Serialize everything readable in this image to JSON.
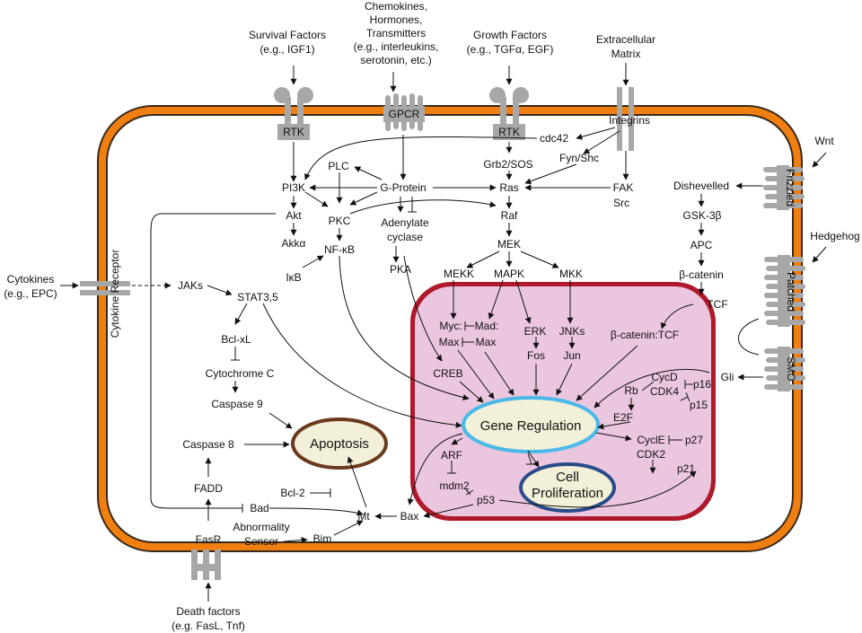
{
  "colors": {
    "membrane": "#f07f12",
    "membrane_dark": "#3a2a1a",
    "nucleus_fill": "#ebc6df",
    "nucleus_border": "#b0182c",
    "gene_regulation_border": "#4ab9e8",
    "apoptosis_border": "#6b3a1e",
    "proliferation_border": "#2a4b8a",
    "oval_fill": "#f2f0d8",
    "receptor": "#a7a7a7"
  },
  "external": {
    "survival": [
      "Survival Factors",
      "(e.g., IGF1)"
    ],
    "chemokines": [
      "Chemokines,",
      "Hormones,",
      "Transmitters",
      "(e.g., interleukins,",
      "serotonin, etc.)"
    ],
    "growth": [
      "Growth Factors",
      "(e.g., TGFα, EGF)"
    ],
    "ecm": [
      "Extracellular",
      "Matrix"
    ],
    "wnt": "Wnt",
    "hedgehog": "Hedgehog",
    "cytokines": [
      "Cytokines",
      "(e.g., EPC)"
    ],
    "death": [
      "Death factors",
      "(e.g. FasL, Tnf)"
    ]
  },
  "receptors": {
    "rtk_left": "RTK",
    "gpcr": "GPCR",
    "rtk_right": "RTK",
    "integrins": "Integrins",
    "frizzled": "Frizzled",
    "patched": "Patched",
    "smo": "SMO",
    "cytokine_receptor": "Cytokine Receptor",
    "fasr": "FasR"
  },
  "nodes": {
    "cdc42": "cdc42",
    "fyn_shc": "Fyn/Shc",
    "grb2_sos": "Grb2/SOS",
    "plc": "PLC",
    "pi3k": "PI3K",
    "g_protein": "G-Protein",
    "ras": "Ras",
    "fak": "FAK",
    "src": "Src",
    "akt": "Akt",
    "pkc": "PKC",
    "adenylate_cyclase": [
      "Adenylate",
      "cyclase"
    ],
    "raf": "Raf",
    "akka": "Akkα",
    "nfkb": "NF-κB",
    "ikb": "IκB",
    "pka": "PKA",
    "mek": "MEK",
    "mekk": "MEKK",
    "mapk": "MAPK",
    "mkk": "MKK",
    "jaks": "JAKs",
    "stat": "STAT3,5",
    "bclxl": "Bcl-xL",
    "cytochrome_c": "Cytochrome C",
    "caspase9": "Caspase 9",
    "caspase8": "Caspase 8",
    "fadd": "FADD",
    "bad": "Bad",
    "bcl2": "Bcl-2",
    "abnormality_sensor": [
      "Abnormality",
      "Sensor"
    ],
    "bim": "Bim",
    "mt": "Mt",
    "bax": "Bax",
    "dishevelled": "Dishevelled",
    "gsk3b": "GSK-3β",
    "apc": "APC",
    "beta_catenin": "β-catenin",
    "tcf": "TCF",
    "gli": "Gli"
  },
  "nucleus": {
    "myc": "Myc:",
    "mad": "Mad:",
    "max_left": "Max",
    "max_right": "Max",
    "erk": "ERK",
    "fos": "Fos",
    "jnks": "JNKs",
    "jun": "Jun",
    "beta_catenin_tcf": "β-catenin:TCF",
    "creb": "CREB",
    "gene_regulation": "Gene Regulation",
    "cycd": "CycD",
    "cdk4": "CDK4",
    "rb": "Rb",
    "p16": "p16",
    "p15": "p15",
    "e2f": "E2F",
    "arf": "ARF",
    "mdm2": "mdm2",
    "cyce": "CyclE",
    "cdk2": "CDK2",
    "p27": "p27",
    "p21": "p21",
    "p53": "p53",
    "cell_proliferation": [
      "Cell",
      "Proliferation"
    ]
  },
  "apoptosis": "Apoptosis"
}
